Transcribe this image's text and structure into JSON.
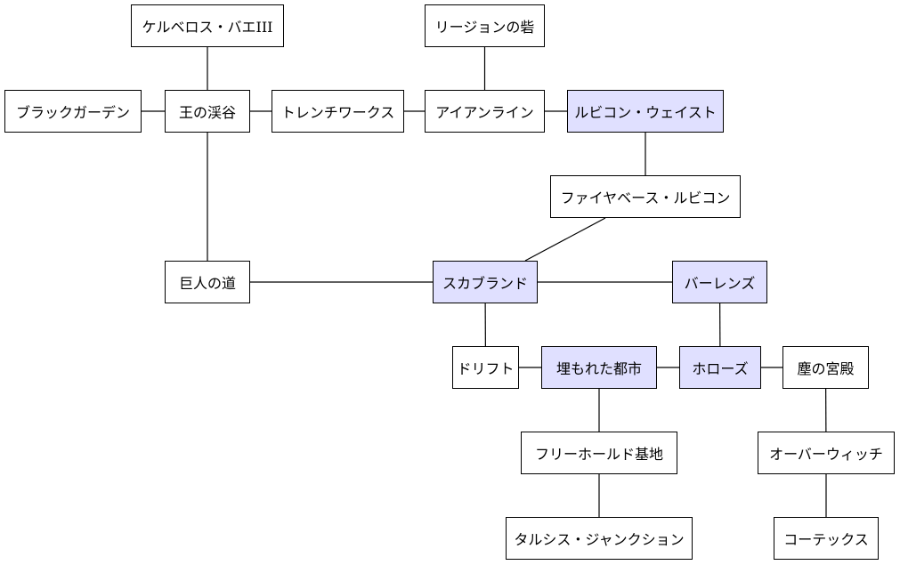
{
  "colors": {
    "highlight_fill": "#e0e0ff",
    "default_fill": "#ffffff",
    "border": "#000000",
    "edge": "#000000"
  },
  "nodes": {
    "cerberus": "ケルベロス・バエIII",
    "legion": "リージョンの砦",
    "blackgarden": "ブラックガーデン",
    "kings_valley": "王の渓谷",
    "trenchworks": "トレンチワークス",
    "ironline": "アイアンライン",
    "rubicon_waste": "ルビコン・ウェイスト",
    "firebase_rubicon": "ファイヤベース・ルビコン",
    "giants_road": "巨人の道",
    "scabland": "スカブランド",
    "barrens": "バーレンズ",
    "drift": "ドリフト",
    "buried_city": "埋もれた都市",
    "hollows": "ホローズ",
    "dust_palace": "塵の宮殿",
    "freehold": "フリーホールド基地",
    "overwatch": "オーバーウィッチ",
    "tarsis": "タルシス・ジャンクション",
    "cortex": "コーテックス"
  },
  "highlighted": [
    "rubicon_waste",
    "scabland",
    "barrens",
    "buried_city",
    "hollows"
  ],
  "edges": [
    [
      "cerberus",
      "kings_valley"
    ],
    [
      "blackgarden",
      "kings_valley"
    ],
    [
      "kings_valley",
      "trenchworks"
    ],
    [
      "trenchworks",
      "ironline"
    ],
    [
      "legion",
      "ironline"
    ],
    [
      "ironline",
      "rubicon_waste"
    ],
    [
      "kings_valley",
      "giants_road"
    ],
    [
      "rubicon_waste",
      "firebase_rubicon"
    ],
    [
      "firebase_rubicon",
      "scabland"
    ],
    [
      "giants_road",
      "scabland"
    ],
    [
      "scabland",
      "barrens"
    ],
    [
      "scabland",
      "drift"
    ],
    [
      "drift",
      "buried_city"
    ],
    [
      "buried_city",
      "hollows"
    ],
    [
      "barrens",
      "hollows"
    ],
    [
      "hollows",
      "dust_palace"
    ],
    [
      "buried_city",
      "freehold"
    ],
    [
      "freehold",
      "tarsis"
    ],
    [
      "dust_palace",
      "overwatch"
    ],
    [
      "overwatch",
      "cortex"
    ]
  ]
}
